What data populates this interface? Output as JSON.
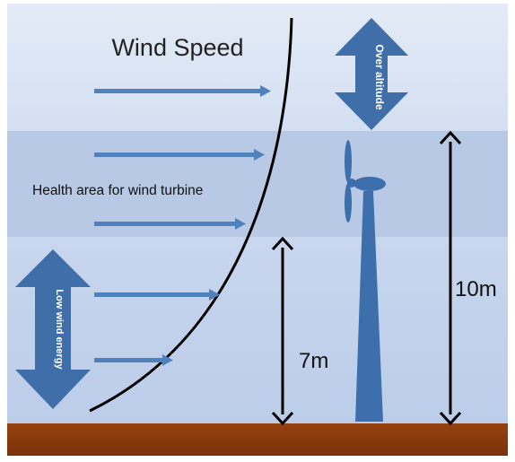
{
  "title": "Wind Speed",
  "healthy_zone_label": "Health area for wind turbine",
  "over_altitude_label": "Over altitude",
  "low_wind_label": "Low wind energy",
  "height_10m_label": "10m",
  "height_7m_label": "7m",
  "colors": {
    "sky_top": "#e3eaf6",
    "sky_mid": "#cdd9ee",
    "healthy_band": "#b9c9e6",
    "lower_band": "#c6d4ec",
    "ground": "#8a3b10",
    "arrow_blue": "#4f81bd",
    "big_arrow": "#3f6ea8",
    "turbine": "#3e6fad",
    "black": "#000000"
  },
  "icons": [
    "wind-arrow-icon",
    "double-arrow-icon",
    "wind-turbine-icon"
  ]
}
